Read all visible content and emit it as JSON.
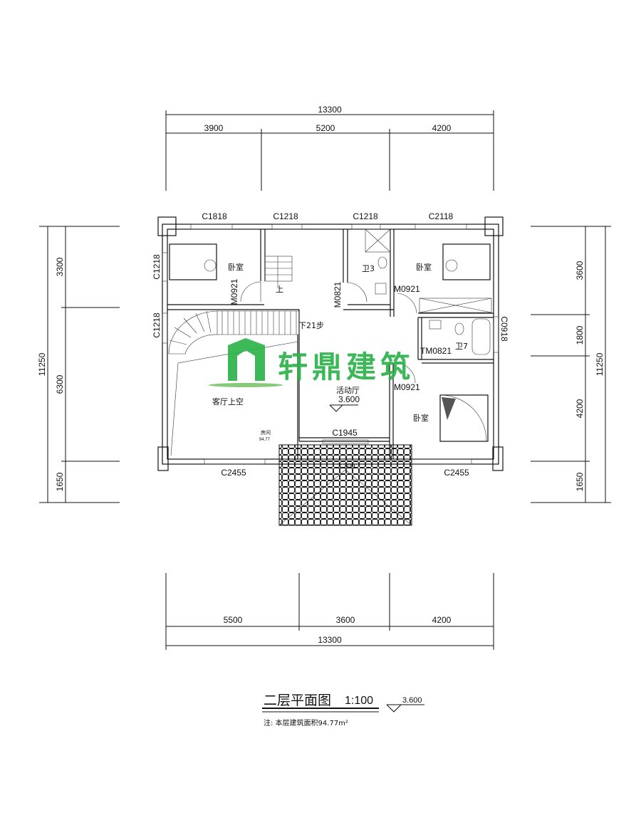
{
  "dimensions": {
    "top_total": "13300",
    "top_parts": [
      "3900",
      "5200",
      "4200"
    ],
    "bottom_total": "13300",
    "bottom_parts": [
      "5500",
      "3600",
      "4200"
    ],
    "left_total": "11250",
    "left_parts": [
      "3300",
      "6300",
      "1650"
    ],
    "right_total": "11250",
    "right_parts": [
      "3600",
      "1800",
      "4200",
      "1650"
    ]
  },
  "windows": {
    "top": [
      "C1818",
      "C1218",
      "C1218",
      "C2118"
    ],
    "left": [
      "C1218",
      "C1218"
    ],
    "right": "C0918",
    "bottom_left": "C2455",
    "bottom_right": "C2455",
    "hall": "C1945"
  },
  "doors": {
    "bedroom_left": "M0921",
    "bath1": "M0821",
    "bedroom_right": "M0921",
    "bath2": "TM0821",
    "bedroom_lower": "M0921"
  },
  "rooms": {
    "bedroom_left": "卧室",
    "bedroom_right": "卧室",
    "bedroom_lower": "卧室",
    "bath1": "卫3",
    "bath2": "卫7",
    "stair_up": "上",
    "stair_down": "下21步",
    "living_void": "客厅上空",
    "activity_hall": "活动厅",
    "hall_level": "3.600",
    "area_label": "房间",
    "area_value": "94.77",
    "balcony_level": "3.300"
  },
  "watermark": {
    "text": "轩鼎建筑",
    "color": "#2db34a"
  },
  "title": {
    "name": "二层平面图",
    "scale": "1:100",
    "level": "3.600",
    "note": "注: 本层建筑面积94.77m²"
  }
}
